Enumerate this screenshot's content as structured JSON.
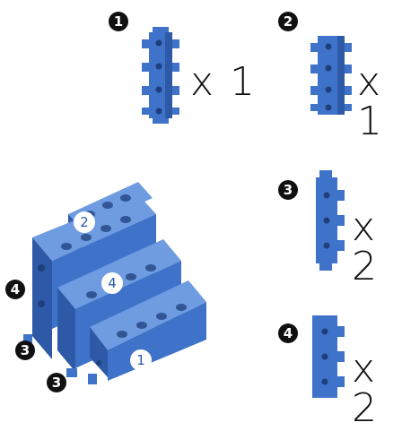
{
  "parts": [
    {
      "step": "1",
      "quantity": "x 1"
    },
    {
      "step": "2",
      "quantity": "x 1"
    },
    {
      "step": "3",
      "quantity": "x 2"
    },
    {
      "step": "4",
      "quantity": "x 2"
    }
  ],
  "assembly": {
    "callouts": [
      {
        "label": "4"
      },
      {
        "label": "3"
      },
      {
        "label": "3"
      },
      {
        "label": "2"
      },
      {
        "label": "4"
      },
      {
        "label": "1"
      }
    ]
  },
  "colors": {
    "block": "#3f73c9",
    "block_dark": "#2d59a6",
    "block_light": "#6f9be0",
    "badge": "#111111"
  },
  "icons": [
    "long-block-icon",
    "short-block-icon",
    "stair-assembly-icon"
  ]
}
